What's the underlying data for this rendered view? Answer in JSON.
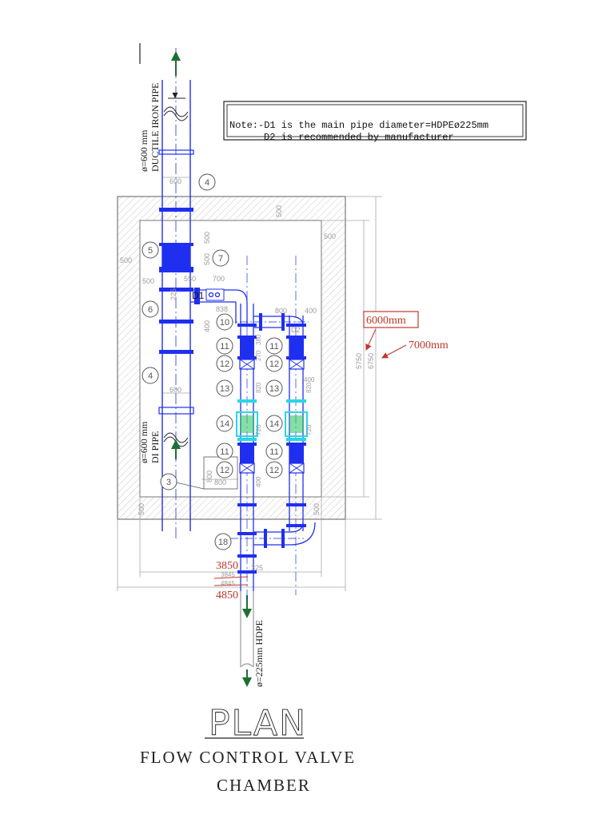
{
  "note": {
    "line1": "Note:-D1 is the main pipe diameter=HDPEø225mm",
    "line2": "D2 is recommended by manufacturer"
  },
  "pipe_labels": {
    "inlet_top_line1": "ø=600 mm",
    "inlet_top_line2": "DUCTILE IRON PIPE",
    "inlet_mid_line1": "ø=600 mm",
    "inlet_mid_line2": "DI PIPE",
    "outlet": "ø=225mm HDPE"
  },
  "callouts": [
    "4",
    "5",
    "7",
    "6",
    "4",
    "10",
    "11",
    "12",
    "13",
    "14",
    "11",
    "12",
    "11",
    "12",
    "13",
    "14",
    "11",
    "12",
    "3",
    "18"
  ],
  "pipe_tags": {
    "d1": "D1",
    "d2": "D2"
  },
  "dimensions": {
    "d600_top": "600",
    "d600_mid": "600",
    "d500_left_a": "500",
    "d500_left_b": "500",
    "d500_left_c": "500",
    "d500_top": "500",
    "d500_right_top": "500",
    "d500_right_bot": "500",
    "d500_v": "500",
    "d500_v2": "500",
    "d550": "550",
    "d700": "700",
    "d225": "225",
    "d838": "838",
    "d400_a": "400",
    "d800_a": "800",
    "d400_b": "400",
    "d270": "270",
    "d380": "380",
    "d820_a": "820",
    "d820_b": "820",
    "d720_a": "720",
    "d720_b": "720",
    "d400_c": "400",
    "d400_d": "400",
    "d800_b": "800",
    "d800_c": "800",
    "d5750": "5750",
    "d6750": "6750",
    "d325": "325",
    "d3845": "3845",
    "d4845": "4845"
  },
  "annotations": {
    "width_6000": "6000mm",
    "width_7000": "7000mm",
    "len_3850": "3850",
    "len_4850": "4850"
  },
  "title": {
    "main": "PLAN",
    "sub_line1": "FLOW CONTROL VALVE",
    "sub_line2": "CHAMBER"
  },
  "colors": {
    "pipe": "#1f2ff0",
    "valve_cyan": "#29d6e8",
    "valve_green": "#34c86a",
    "arrow_green": "#1d6e35",
    "dim_red": "#c0392b",
    "wall_hatch": "#b8b8b8"
  }
}
